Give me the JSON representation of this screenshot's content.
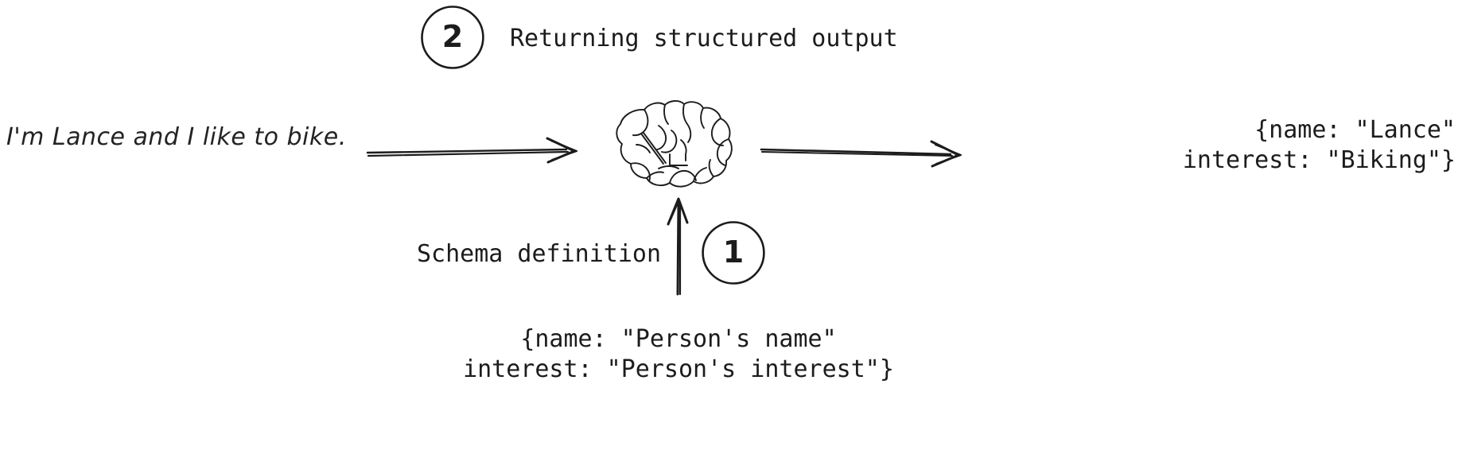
{
  "diagram": {
    "title": "Structured output flow",
    "ink_color": "#1c1c1c",
    "background": "#ffffff"
  },
  "steps": [
    {
      "number": "1",
      "label": "Schema definition"
    },
    {
      "number": "2",
      "label": "Returning structured output"
    }
  ],
  "nodes": {
    "user_input": "I'm Lance and I like to bike.",
    "model_icon": "brain-icon",
    "schema_input": {
      "line1": "{name: \"Person's name\"",
      "line2": "interest: \"Person's interest\"}"
    },
    "structured_output": {
      "line1": "{name: \"Lance\"",
      "line2": "interest: \"Biking\"}"
    }
  },
  "arrows": [
    {
      "name": "input-to-model",
      "direction": "right"
    },
    {
      "name": "model-to-output",
      "direction": "right"
    },
    {
      "name": "schema-to-model",
      "direction": "up"
    }
  ]
}
